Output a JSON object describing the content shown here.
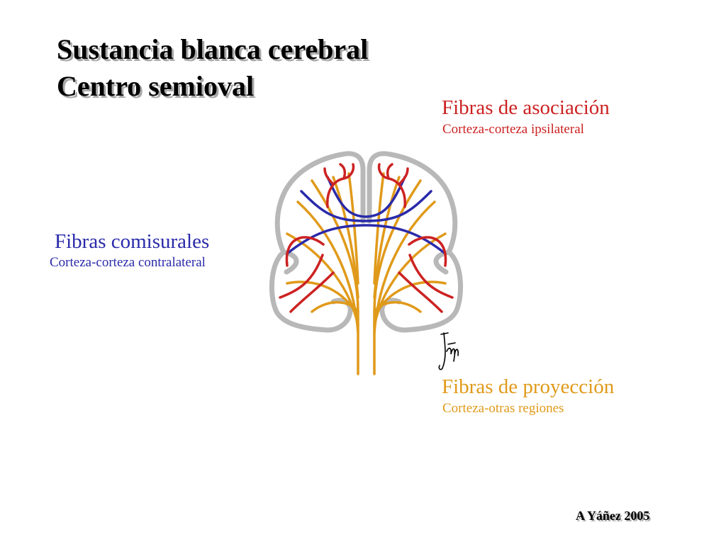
{
  "title": {
    "line1": "Sustancia blanca cerebral",
    "line2": "Centro semioval"
  },
  "labels": {
    "association": {
      "name": "Fibras de asociación",
      "desc": "Corteza-corteza ipsilateral",
      "color": "#cc2222"
    },
    "commissural": {
      "name": "Fibras comisurales",
      "desc": "Corteza-corteza contralateral",
      "color": "#2a2aaa"
    },
    "projection": {
      "name": "Fibras de proyección",
      "desc": "Corteza-otras regiones",
      "color": "#e09a1a"
    }
  },
  "credit": "A Yáñez 2005",
  "colors": {
    "cortex": "#b8b8b8",
    "signature": "#000000"
  }
}
